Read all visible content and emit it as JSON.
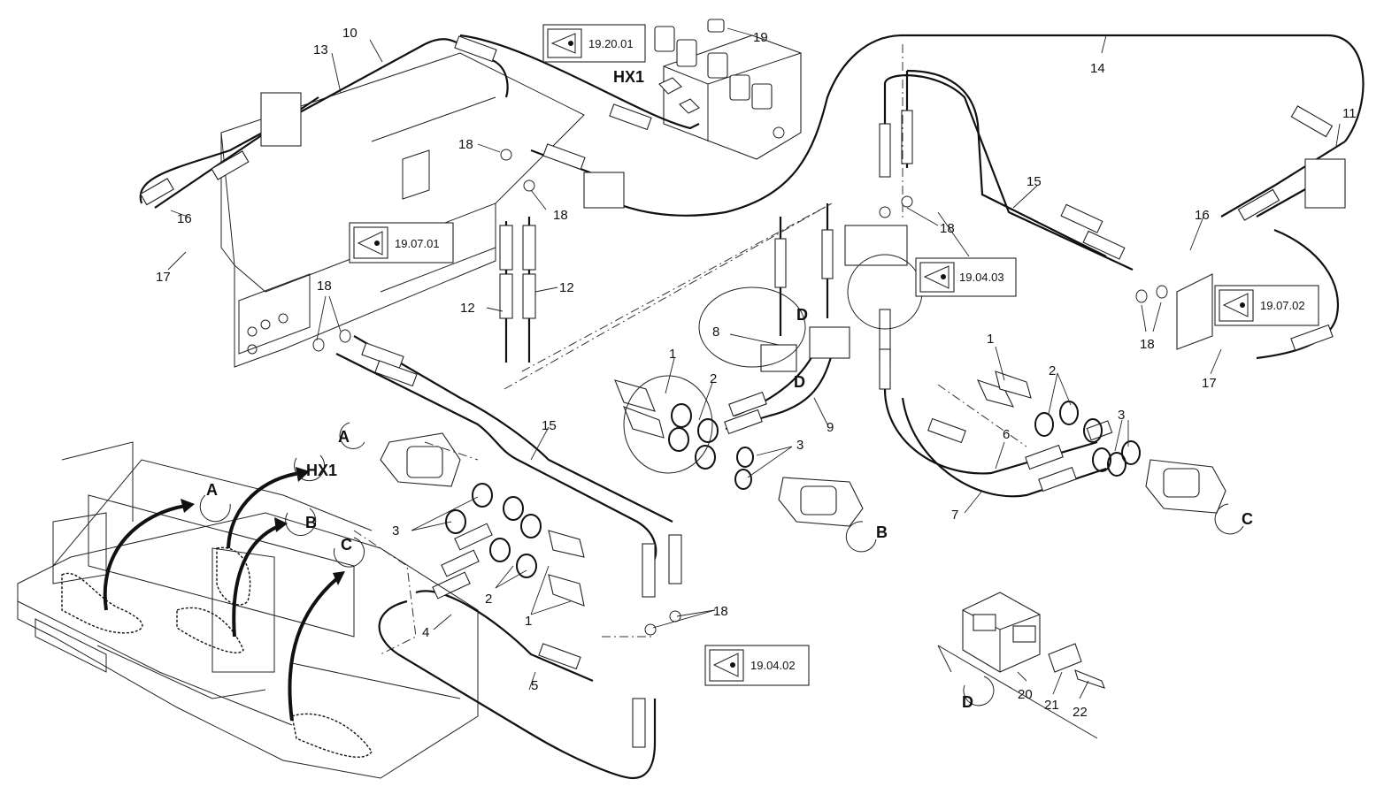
{
  "callouts": {
    "c1": "1",
    "c2": "2",
    "c3": "3",
    "c4": "4",
    "c5": "5",
    "c6": "6",
    "c7": "7",
    "c8": "8",
    "c9": "9",
    "c10": "10",
    "c11": "11",
    "c12": "12",
    "c13": "13",
    "c14": "14",
    "c15": "15",
    "c16": "16",
    "c17": "17",
    "c18": "18",
    "c19": "19",
    "c20": "20",
    "c21": "21",
    "c22": "22"
  },
  "views": {
    "a": "A",
    "b": "B",
    "c": "C",
    "d": "D",
    "hx1": "HX1"
  },
  "references": {
    "r1": "19.20.01",
    "r2": "19.07.01",
    "r3": "19.04.03",
    "r4": "19.07.02",
    "r5": "19.04.02"
  },
  "icons": {
    "reference": "eye-icon",
    "detail_marker": "circle-marker-icon"
  }
}
